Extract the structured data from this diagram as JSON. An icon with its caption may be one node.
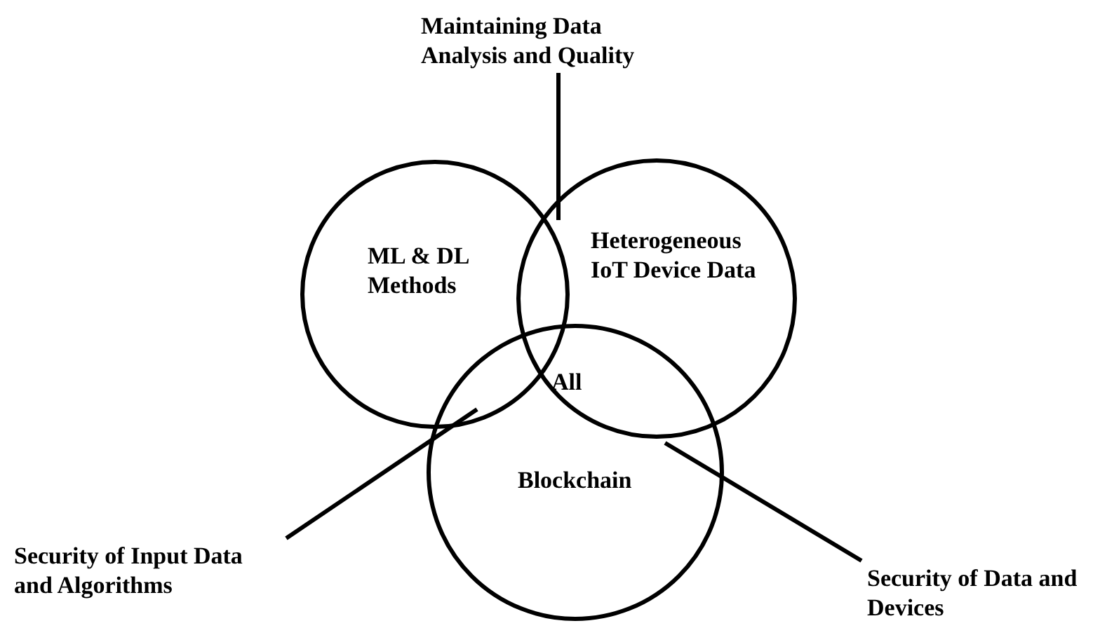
{
  "diagram": {
    "nodes": [
      {
        "text": [
          "ML & DL Methods"
        ]
      },
      {
        "text": [
          "Heterogeneous IoT Device Data"
        ]
      },
      {
        "text": [
          "Blockchain"
        ]
      },
      {
        "text": [
          "Maintaining Data Analysis and Quality"
        ]
      },
      {
        "text": [
          "Security of Input Data and Algorithms"
        ]
      },
      {
        "text": [
          "Security of Data and Devices"
        ]
      }
    ],
    "edges": [
      {
        "from": 3,
        "to": 0,
        "arrow": "none"
      },
      {
        "from": 4,
        "to": 0,
        "arrow": "none"
      },
      {
        "from": 5,
        "to": 2,
        "arrow": "none"
      }
    ],
    "labels": [
      "All"
    ]
  }
}
